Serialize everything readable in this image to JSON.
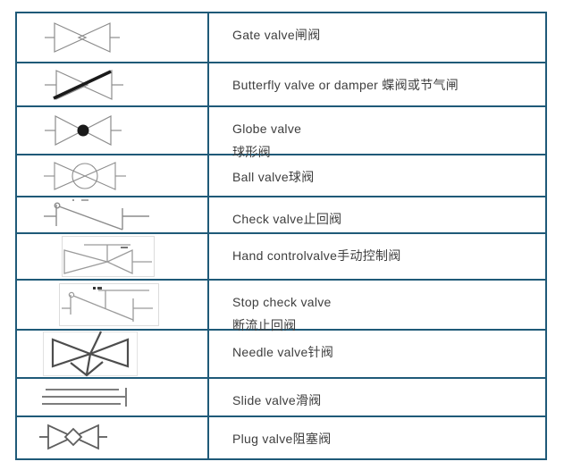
{
  "table": {
    "colors": {
      "table_border": "#1f5a78",
      "text": "#3e3e3e",
      "symbol_gray": "#8c8c8c",
      "symbol_dark": "#1a1a1a",
      "symbol_mid": "#5f5f5f",
      "image_box_border": "#dcdcdc"
    },
    "rows": [
      {
        "symbol": "gate-valve",
        "label": "Gate valve闸阀"
      },
      {
        "symbol": "butterfly-valve",
        "label": "Butterfly valve or damper 蝶阀或节气闸"
      },
      {
        "symbol": "globe-valve",
        "label": "Globe valve",
        "label2": "球形阀"
      },
      {
        "symbol": "ball-valve",
        "label": "Ball valve球阀"
      },
      {
        "symbol": "check-valve",
        "label": "Check valve止回阀"
      },
      {
        "symbol": "hand-control-valve",
        "label": "Hand controlvalve手动控制阀"
      },
      {
        "symbol": "stop-check-valve",
        "label": "Stop check valve",
        "label2": "断流止回阀"
      },
      {
        "symbol": "needle-valve",
        "label": "Needle valve针阀"
      },
      {
        "symbol": "slide-valve",
        "label": "Slide valve滑阀"
      },
      {
        "symbol": "plug-valve",
        "label": "Plug valve阻塞阀"
      }
    ]
  }
}
